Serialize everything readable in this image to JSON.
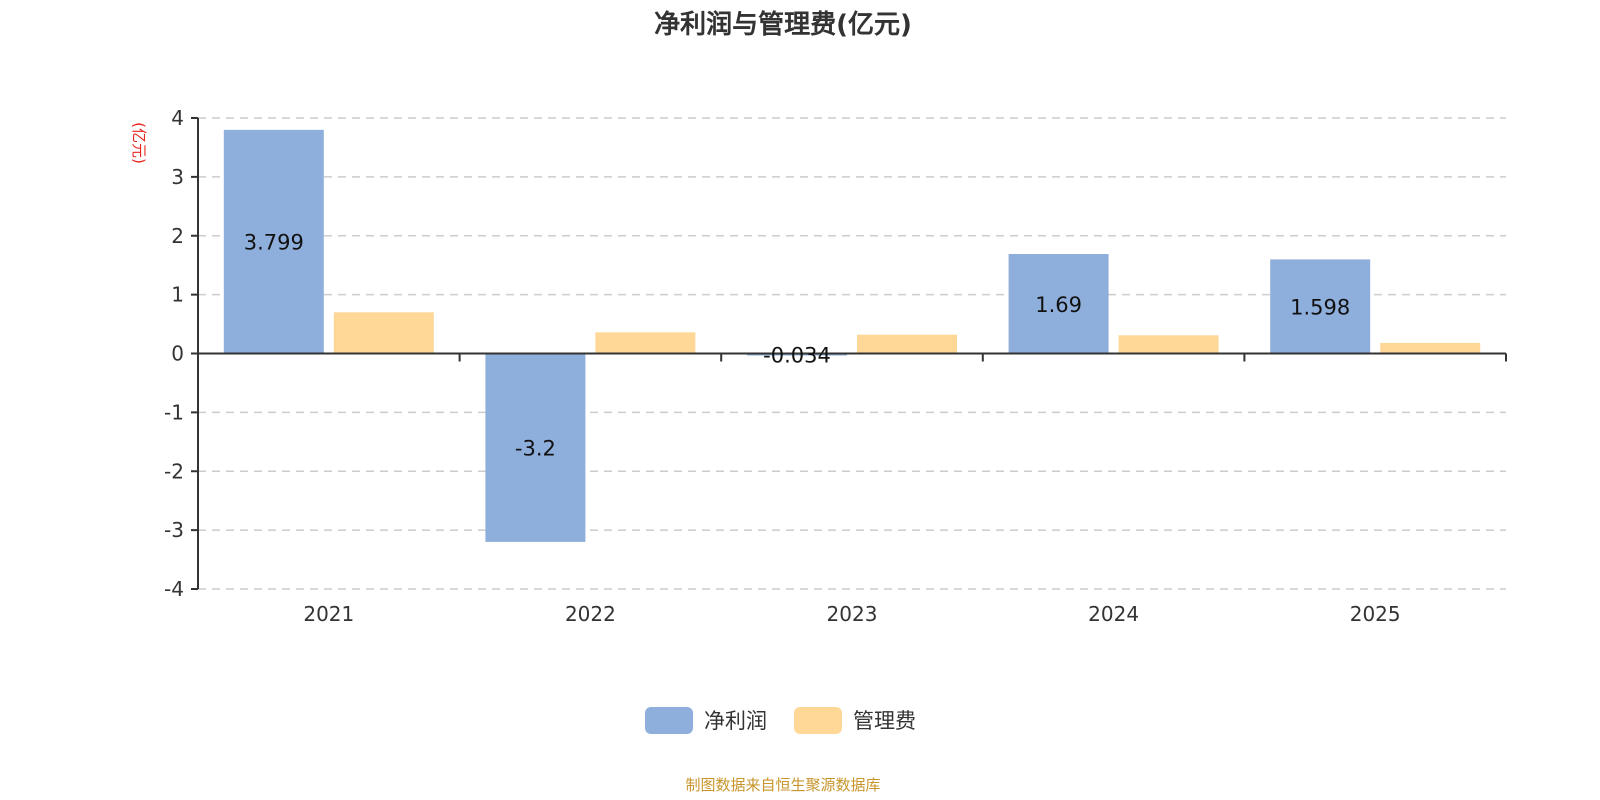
{
  "chart_data": {
    "type": "bar",
    "title": "净利润与管理费(亿元)",
    "ylabel": "(亿元)",
    "xlabel": "",
    "categories": [
      "2021",
      "2022",
      "2023",
      "2024",
      "2025"
    ],
    "ylim": [
      -4,
      4
    ],
    "yticks": [
      4,
      3,
      2,
      1,
      0,
      -1,
      -2,
      -3,
      -4
    ],
    "grid": true,
    "legend_position": "bottom",
    "series": [
      {
        "name": "净利润",
        "color": "#8eaedb",
        "values": [
          3.799,
          -3.2,
          -0.034,
          1.69,
          1.598
        ],
        "labels": [
          "3.799",
          "-3.2",
          "-0.034",
          "1.69",
          "1.598"
        ]
      },
      {
        "name": "管理费",
        "color": "#ffd898",
        "values": [
          0.7,
          0.36,
          0.32,
          0.31,
          0.18
        ]
      }
    ],
    "source": "制图数据来自恒生聚源数据库"
  }
}
